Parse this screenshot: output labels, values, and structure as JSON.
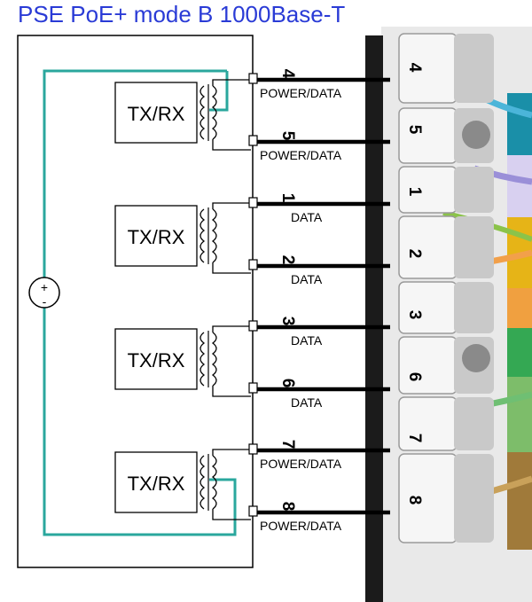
{
  "title": "PSE PoE+ mode B 1000Base-T",
  "module_labels": [
    "TX/RX",
    "TX/RX",
    "TX/RX",
    "TX/RX"
  ],
  "pins": [
    {
      "number": "4",
      "label": "POWER/DATA"
    },
    {
      "number": "5",
      "label": "POWER/DATA"
    },
    {
      "number": "1",
      "label": "DATA"
    },
    {
      "number": "2",
      "label": "DATA"
    },
    {
      "number": "3",
      "label": "DATA"
    },
    {
      "number": "6",
      "label": "DATA"
    },
    {
      "number": "7",
      "label": "POWER/DATA"
    },
    {
      "number": "8",
      "label": "POWER/DATA"
    }
  ],
  "jack_numbers": [
    "4",
    "5",
    "1",
    "2",
    "3",
    "6",
    "7",
    "8"
  ],
  "power_source": {
    "plus": "+",
    "minus": "-"
  },
  "colors": {
    "title": "#2a3bd6",
    "power_path": "#2aa79d",
    "line": "#000000",
    "jack_body": "#dedede"
  }
}
